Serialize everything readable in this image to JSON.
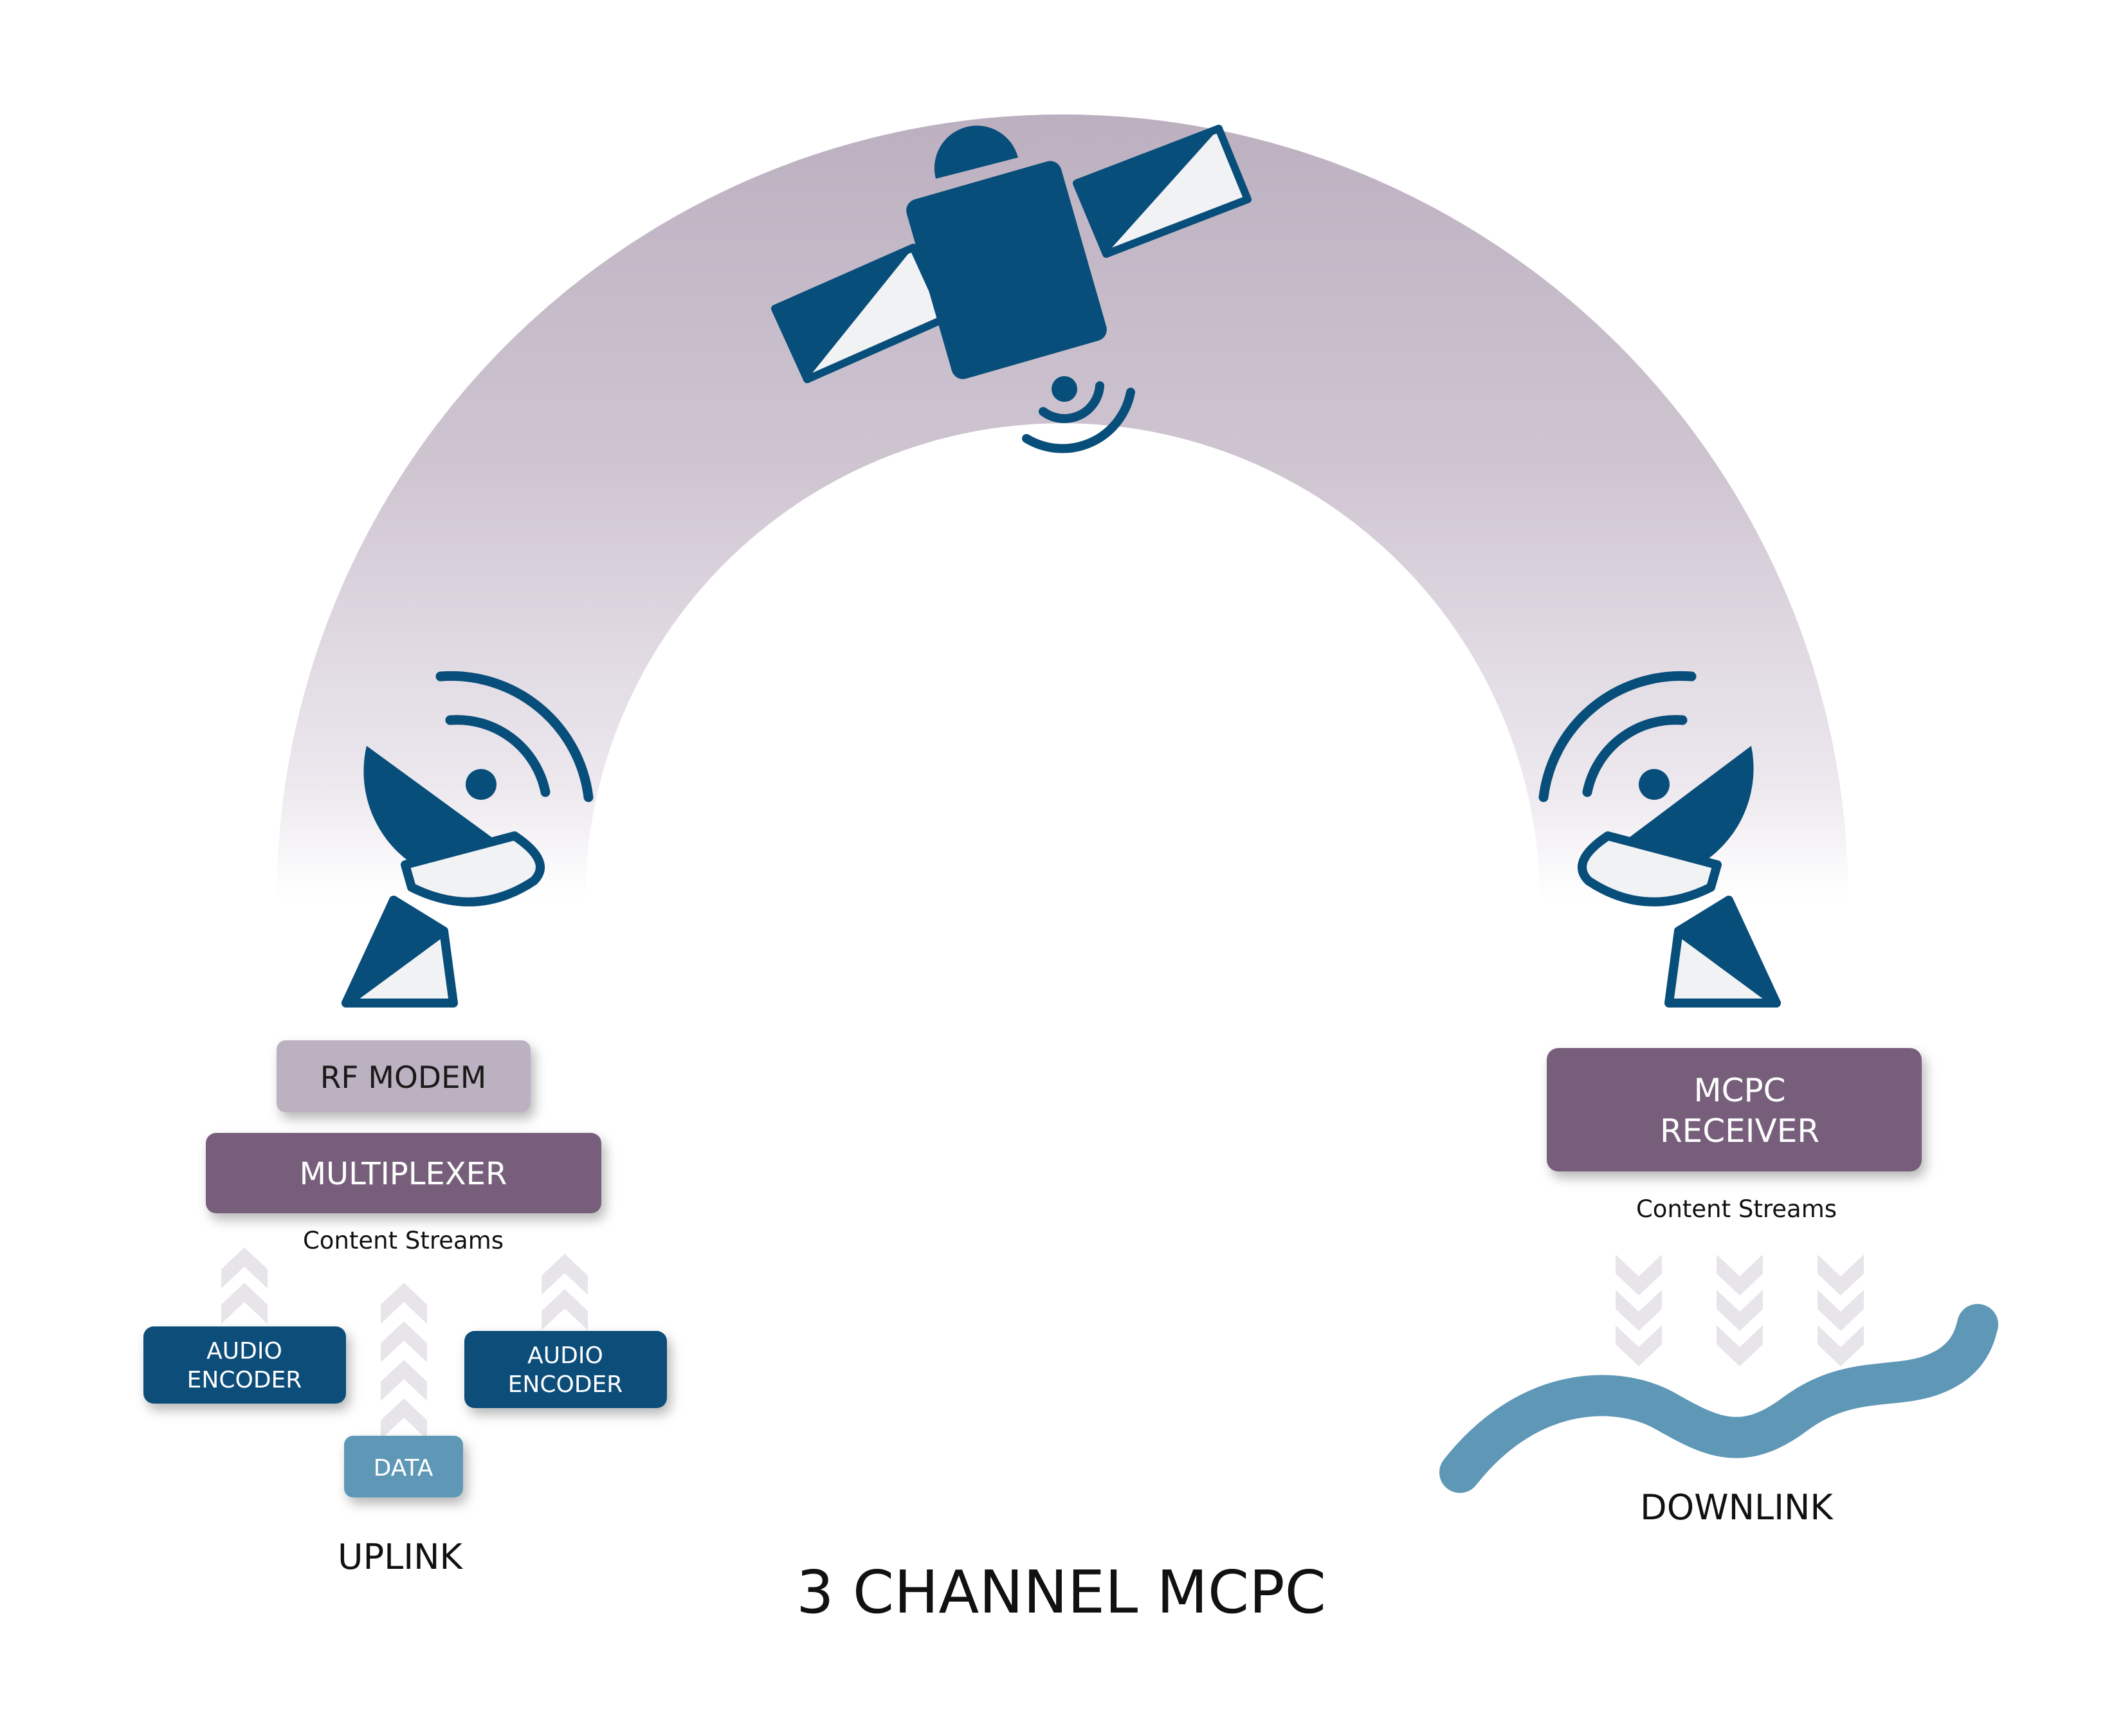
{
  "title": "3 CHANNEL MCPC",
  "colors": {
    "navy": "#084e7a",
    "purple": "#775f7b",
    "light_purple": "#bcb1c1",
    "teal": "#5f98b7",
    "panel_white": "#f1f2f4",
    "chevron": "#e8e5ea",
    "arc": "#bfb4c3"
  },
  "uplink": {
    "label": "UPLINK",
    "rf_modem": "RF MODEM",
    "multiplexer": "MULTIPLEXER",
    "streams_label": "Content Streams",
    "encoder_left": {
      "line1": "AUDIO",
      "line2": "ENCODER"
    },
    "encoder_right": {
      "line1": "AUDIO",
      "line2": "ENCODER"
    },
    "data": "DATA"
  },
  "downlink": {
    "label": "DOWNLINK",
    "receiver": {
      "line1": "MCPC",
      "line2": "RECEIVER"
    },
    "streams_label": "Content Streams"
  }
}
